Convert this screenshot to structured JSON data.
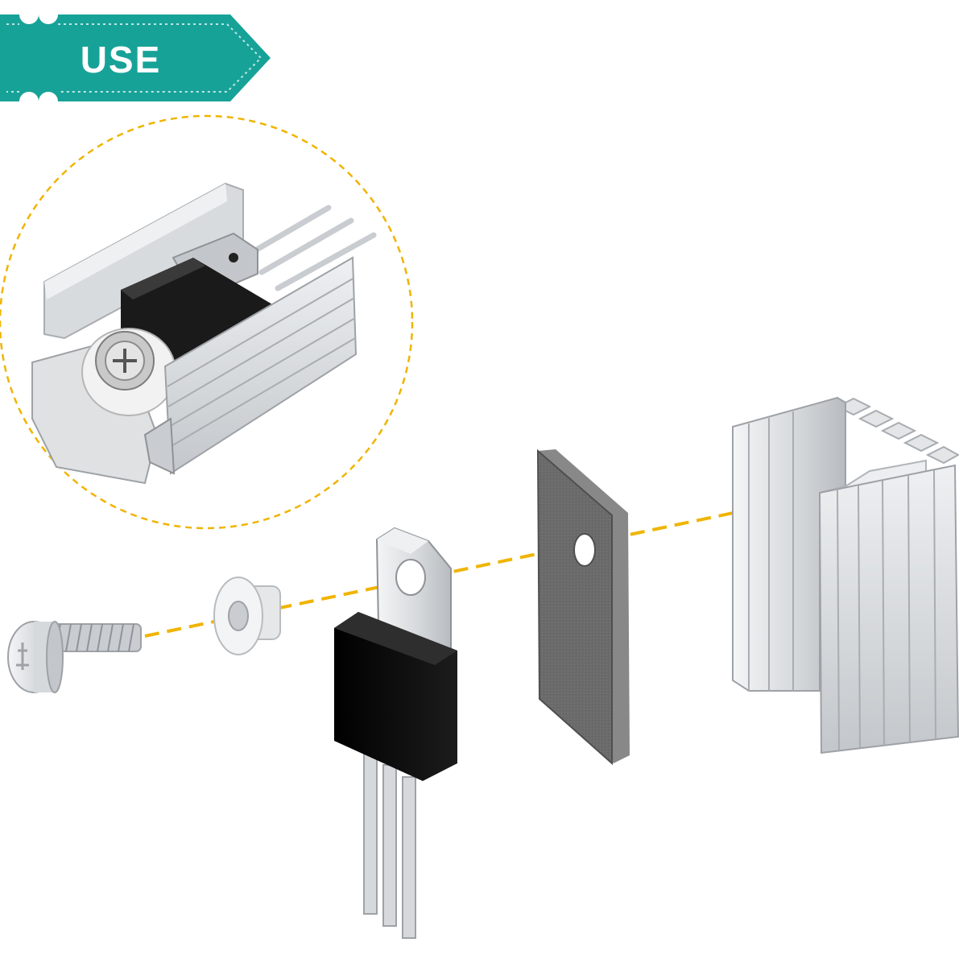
{
  "badge": {
    "label": "USE"
  },
  "colors": {
    "badge_fill": "#17a298",
    "badge_stitch": "#bfe6e2",
    "guide_line": "#f0b400",
    "aluminum": "#d6d9dc",
    "aluminum_dark": "#a9adb1",
    "transistor_body": "#111111",
    "thermal_pad": "#6f6f6f",
    "background": "#ffffff"
  },
  "diagram": {
    "components": [
      {
        "id": "screw",
        "icon": "screw-icon"
      },
      {
        "id": "washer",
        "icon": "insulating-washer-icon"
      },
      {
        "id": "transistor",
        "icon": "to220-transistor-icon"
      },
      {
        "id": "thermal-pad",
        "icon": "thermal-pad-icon"
      },
      {
        "id": "heatsink",
        "icon": "heatsink-icon"
      }
    ],
    "inset": {
      "icon": "assembled-heatsink-photo"
    }
  }
}
